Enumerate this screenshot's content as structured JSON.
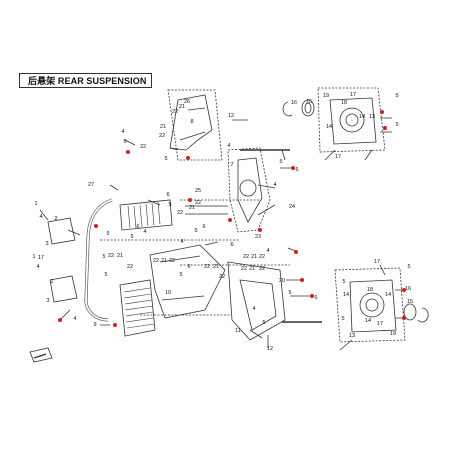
{
  "diagram": {
    "title": "后悬架 REAR SUSPENSION",
    "callouts": [
      {
        "id": "c1",
        "text": "1"
      },
      {
        "id": "c2",
        "text": "2"
      },
      {
        "id": "c3",
        "text": "3"
      },
      {
        "id": "c4",
        "text": "4"
      },
      {
        "id": "c5",
        "text": "5"
      },
      {
        "id": "c6",
        "text": "6"
      },
      {
        "id": "c7",
        "text": "7"
      },
      {
        "id": "c8",
        "text": "8"
      },
      {
        "id": "c9",
        "text": "9"
      },
      {
        "id": "c10",
        "text": "10"
      },
      {
        "id": "c11",
        "text": "11"
      },
      {
        "id": "c12",
        "text": "12"
      },
      {
        "id": "c13",
        "text": "13"
      },
      {
        "id": "c14",
        "text": "14"
      },
      {
        "id": "c15",
        "text": "15"
      },
      {
        "id": "c16",
        "text": "16"
      },
      {
        "id": "c17",
        "text": "17"
      },
      {
        "id": "c18",
        "text": "18"
      },
      {
        "id": "c19",
        "text": "19"
      },
      {
        "id": "c20",
        "text": "20"
      },
      {
        "id": "c21",
        "text": "21"
      },
      {
        "id": "c22",
        "text": "22"
      },
      {
        "id": "c23",
        "text": "23"
      },
      {
        "id": "c24",
        "text": "24"
      },
      {
        "id": "c25",
        "text": "25"
      },
      {
        "id": "c26",
        "text": "26"
      },
      {
        "id": "c27",
        "text": "27"
      }
    ],
    "colors": {
      "line": "#333333",
      "accent": "#cc2222",
      "pin": "#c0392b"
    }
  }
}
